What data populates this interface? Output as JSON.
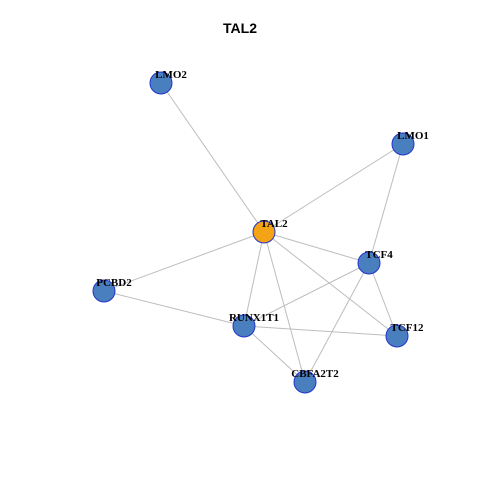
{
  "title": "TAL2",
  "colors": {
    "center": "#f5a316",
    "neighbor": "#4a7fbf",
    "node_border": "#2233cc",
    "edge": "#bdbdbd"
  },
  "nodes": [
    {
      "id": "TAL2",
      "label": "TAL2",
      "role": "center"
    },
    {
      "id": "LMO2",
      "label": "LMO2",
      "role": "neighbor"
    },
    {
      "id": "LMO1",
      "label": "LMO1",
      "role": "neighbor"
    },
    {
      "id": "TCF4",
      "label": "TCF4",
      "role": "neighbor"
    },
    {
      "id": "PCBD2",
      "label": "PCBD2",
      "role": "neighbor"
    },
    {
      "id": "RUNX1T1",
      "label": "RUNX1T1",
      "role": "neighbor"
    },
    {
      "id": "TCF12",
      "label": "TCF12",
      "role": "neighbor"
    },
    {
      "id": "CBFA2T2",
      "label": "CBFA2T2",
      "role": "neighbor"
    }
  ],
  "edges": [
    [
      "TAL2",
      "LMO2"
    ],
    [
      "TAL2",
      "LMO1"
    ],
    [
      "TAL2",
      "TCF4"
    ],
    [
      "TAL2",
      "PCBD2"
    ],
    [
      "TAL2",
      "RUNX1T1"
    ],
    [
      "TAL2",
      "TCF12"
    ],
    [
      "TAL2",
      "CBFA2T2"
    ],
    [
      "LMO1",
      "TCF4"
    ],
    [
      "TCF4",
      "RUNX1T1"
    ],
    [
      "TCF4",
      "TCF12"
    ],
    [
      "TCF4",
      "CBFA2T2"
    ],
    [
      "PCBD2",
      "RUNX1T1"
    ],
    [
      "RUNX1T1",
      "TCF12"
    ],
    [
      "RUNX1T1",
      "CBFA2T2"
    ]
  ]
}
